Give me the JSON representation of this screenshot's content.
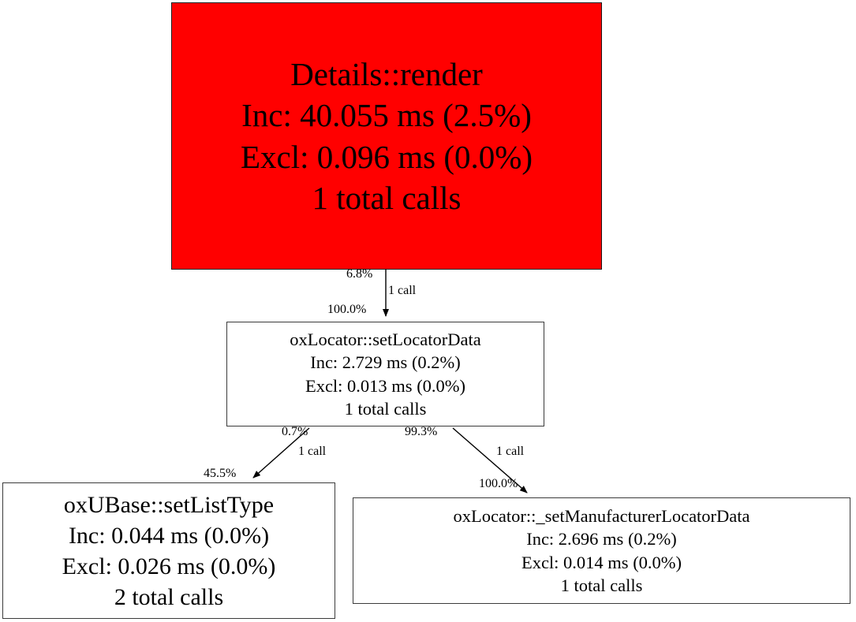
{
  "graph": {
    "type": "call-graph",
    "nodes": [
      {
        "id": "root",
        "name": "Details::render",
        "inclusive": "Inc: 40.055 ms (2.5%)",
        "exclusive": "Excl: 0.096 ms (0.0%)",
        "calls": "1 total calls",
        "color": "#ff0000"
      },
      {
        "id": "setlocatordata",
        "name": "oxLocator::setLocatorData",
        "inclusive": "Inc: 2.729 ms (0.2%)",
        "exclusive": "Excl: 0.013 ms (0.0%)",
        "calls": "1 total calls",
        "color": "#ffffff"
      },
      {
        "id": "setlisttype",
        "name": "oxUBase::setListType",
        "inclusive": "Inc: 0.044 ms (0.0%)",
        "exclusive": "Excl: 0.026 ms (0.0%)",
        "calls": "2 total calls",
        "color": "#ffffff"
      },
      {
        "id": "setmanufacturer",
        "name": "oxLocator::_setManufacturerLocatorData",
        "inclusive": "Inc: 2.696 ms (0.2%)",
        "exclusive": "Excl: 0.014 ms (0.0%)",
        "calls": "1 total calls",
        "color": "#ffffff"
      }
    ],
    "edges": [
      {
        "id": "e1",
        "from": "root",
        "to": "setlocatordata",
        "source_pct": "6.8%",
        "calls": "1 call",
        "target_pct": "100.0%"
      },
      {
        "id": "e2",
        "from": "setlocatordata",
        "to": "setlisttype",
        "source_pct": "0.7%",
        "calls": "1 call",
        "target_pct": "45.5%"
      },
      {
        "id": "e3",
        "from": "setlocatordata",
        "to": "setmanufacturer",
        "source_pct": "99.3%",
        "calls": "1 call",
        "target_pct": "100.0%"
      }
    ]
  }
}
